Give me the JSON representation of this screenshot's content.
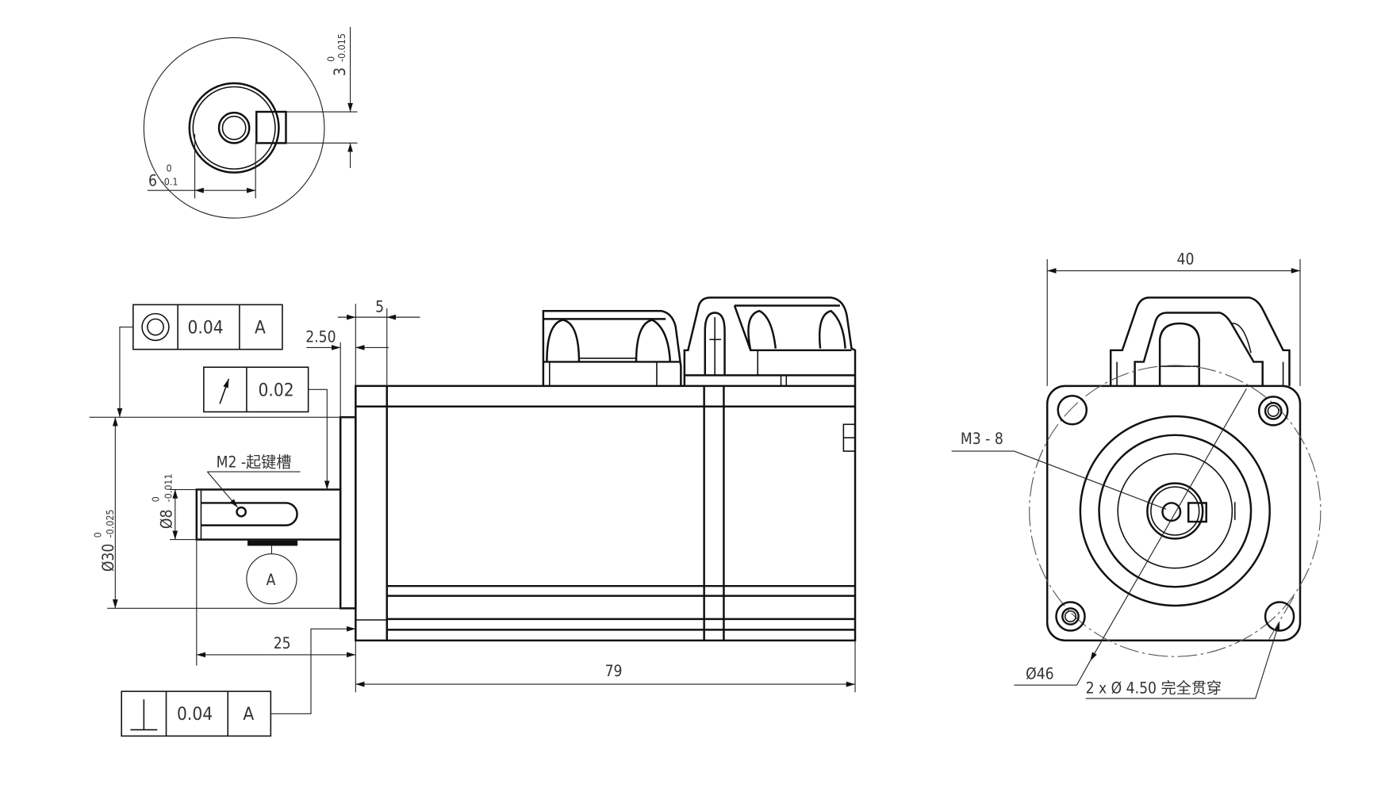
{
  "drawing": {
    "top_view": {
      "key_height": "3",
      "key_height_upper_tol": "0",
      "key_height_lower_tol": "-0.015",
      "key_depth": "6",
      "key_depth_upper_tol": "0",
      "key_depth_lower_tol": "-0.1"
    },
    "side_view": {
      "concentricity_fcf": {
        "tolerance": "0.04",
        "datum": "A"
      },
      "runout_fcf": {
        "tolerance": "0.02"
      },
      "perpendicularity_fcf": {
        "tolerance": "0.04",
        "datum": "A"
      },
      "dim_flange": "5",
      "dim_pilot": "2.50",
      "pilot_diameter": "Ø30",
      "pilot_upper_tol": "0",
      "pilot_lower_tol": "-0.025",
      "shaft_diameter": "Ø8",
      "shaft_upper_tol": "0",
      "shaft_lower_tol": "-0.011",
      "shaft_note": "M2 -起键槽",
      "datum_label": "A",
      "shaft_length": "25",
      "body_length": "79"
    },
    "front_view": {
      "width": "40",
      "thread_note": "M3 - 8",
      "bolt_circle": "Ø46",
      "hole_note": "2 x Ø 4.50 完全贯穿"
    }
  }
}
